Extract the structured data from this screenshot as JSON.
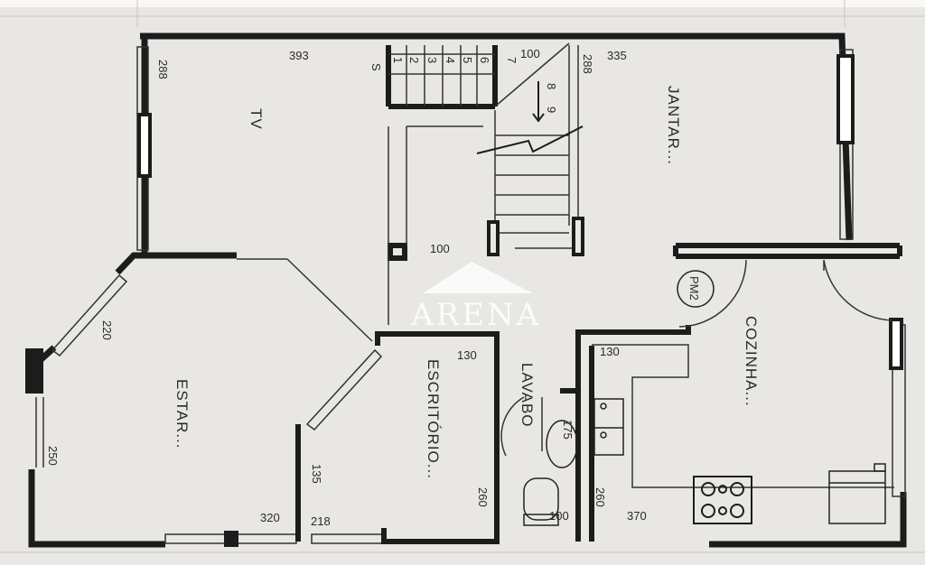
{
  "watermark": {
    "brand": "ARENA"
  },
  "rooms": {
    "tv": "TV",
    "jantar": "JANTAR...",
    "estar": "ESTAR...",
    "escritorio": "ESCRITÓRIO...",
    "lavabo": "LAVABO",
    "cozinha": "COZINHA..."
  },
  "stair_labels": {
    "up": "S",
    "steps": [
      "1",
      "2",
      "3",
      "4",
      "5",
      "6",
      "7",
      "8",
      "9"
    ]
  },
  "dimensions": {
    "d393": "393",
    "d100_top": "100",
    "d335": "335",
    "d288_left": "288",
    "d288_right": "288",
    "d100_mid": "100",
    "d220": "220",
    "d250": "250",
    "d130_esc": "130",
    "d130_coz": "130",
    "d260_esc": "260",
    "d260_coz": "260",
    "d175": "175",
    "d135": "135",
    "d320": "320",
    "d218": "218",
    "d100_bottom": "100",
    "d370": "370"
  },
  "symbols": {
    "pm2": "PM2"
  }
}
